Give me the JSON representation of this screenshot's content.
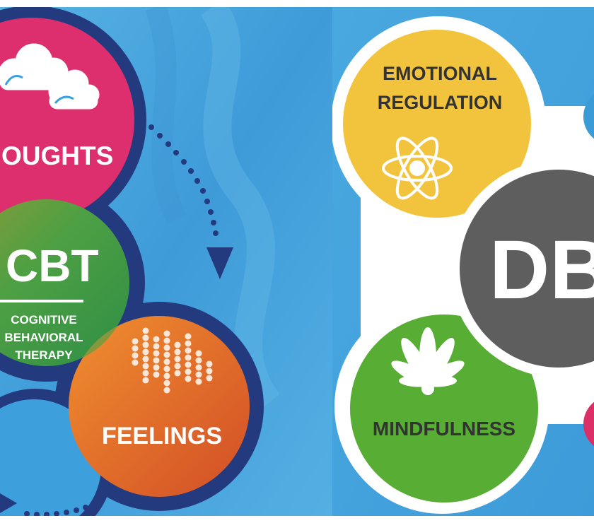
{
  "cbt": {
    "thoughts_label": "OUGHTS",
    "title": "CBT",
    "subtitle_line1": "COGNITIVE",
    "subtitle_line2": "BEHAVIORAL",
    "subtitle_line3": "THERAPY",
    "feelings_label": "FEELINGS"
  },
  "dbt": {
    "emotional_line1": "EMOTIONAL",
    "emotional_line2": "REGULATION",
    "title": "DB",
    "mindfulness_label": "MINDFULNESS"
  },
  "colors": {
    "background_blue": "#4aa6de",
    "thoughts_pink": "#dd2f6e",
    "cbt_green": "#4fa044",
    "feelings_orange": "#e06a2a",
    "outline_navy": "#233a7e",
    "emotional_yellow": "#f2c43e",
    "dbt_gray": "#5e5e5e",
    "mindfulness_green": "#58ad34"
  }
}
